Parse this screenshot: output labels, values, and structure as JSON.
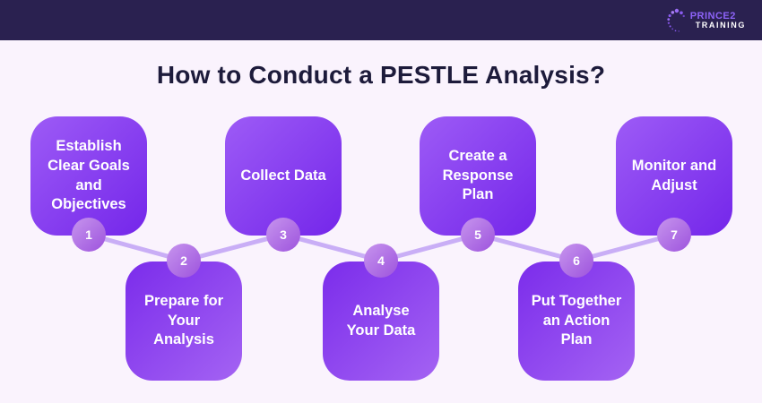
{
  "header": {
    "logo": {
      "brand": "PRINCE2",
      "sub": "TRAINING"
    }
  },
  "title": "How to Conduct a PESTLE Analysis?",
  "steps": [
    {
      "number": "1",
      "label": "Establish Clear Goals and Objectives",
      "lines": [
        "Establish",
        "Clear Goals",
        "and",
        "Objectives"
      ],
      "row": "top"
    },
    {
      "number": "2",
      "label": "Prepare for Your Analysis",
      "lines": [
        "Prepare for",
        "Your",
        "Analysis"
      ],
      "row": "bottom"
    },
    {
      "number": "3",
      "label": "Collect Data",
      "lines": [
        "Collect Data"
      ],
      "row": "top"
    },
    {
      "number": "4",
      "label": "Analyse Your Data",
      "lines": [
        "Analyse",
        "Your Data"
      ],
      "row": "bottom"
    },
    {
      "number": "5",
      "label": "Create a Response Plan",
      "lines": [
        "Create a",
        "Response",
        "Plan"
      ],
      "row": "top"
    },
    {
      "number": "6",
      "label": "Put Together an Action Plan",
      "lines": [
        "Put Together",
        "an Action",
        "Plan"
      ],
      "row": "bottom"
    },
    {
      "number": "7",
      "label": "Monitor and Adjust",
      "lines": [
        "Monitor and",
        "Adjust"
      ],
      "row": "top"
    }
  ],
  "colors": {
    "header_bg": "#2a2150",
    "page_bg": "#faf3fd",
    "title_text": "#1d1b3b",
    "box_text": "#ffffff",
    "box_top_gradient": [
      "#9d5bf6",
      "#7426ea"
    ],
    "box_bottom_gradient": [
      "#7b2ceb",
      "#a463f3"
    ],
    "badge_gradient": [
      "#c795ee",
      "#9d53dd"
    ],
    "connector": "#c9aef6",
    "logo_brand": "#8d63f8",
    "logo_sub": "#ffffff",
    "logo_dot": "#8a5cf0"
  }
}
